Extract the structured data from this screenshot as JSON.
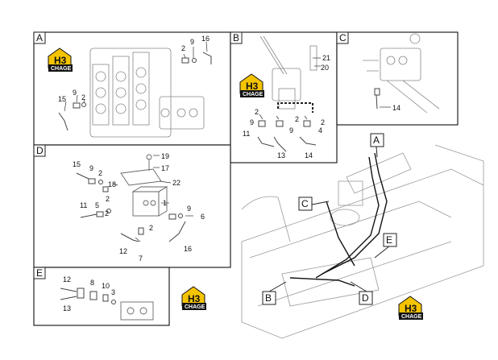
{
  "panels": {
    "A": {
      "letter": "A",
      "parts": [
        "2",
        "9",
        "16",
        "9",
        "2",
        "15"
      ]
    },
    "B": {
      "letter": "B",
      "parts": [
        "21",
        "20",
        "2",
        "9",
        "11",
        "2",
        "9",
        "2",
        "4",
        "13",
        "14"
      ]
    },
    "C": {
      "letter": "C",
      "parts": [
        "14"
      ]
    },
    "D": {
      "letter": "D",
      "parts": [
        "19",
        "17",
        "22",
        "15",
        "9",
        "2",
        "18",
        "1",
        "2",
        "11",
        "5",
        "2",
        "9",
        "6",
        "2",
        "12",
        "7",
        "16"
      ]
    },
    "E": {
      "letter": "E",
      "parts": [
        "12",
        "8",
        "10",
        "3",
        "13"
      ]
    }
  },
  "callouts": {
    "A": "A",
    "B": "B",
    "C": "C",
    "D": "D",
    "E": "E"
  },
  "logo": {
    "brand": "H3",
    "subtitle": "CHAGE"
  },
  "colors": {
    "logo_yellow": "#f5c400",
    "line": "#333333",
    "part": "#888888"
  }
}
